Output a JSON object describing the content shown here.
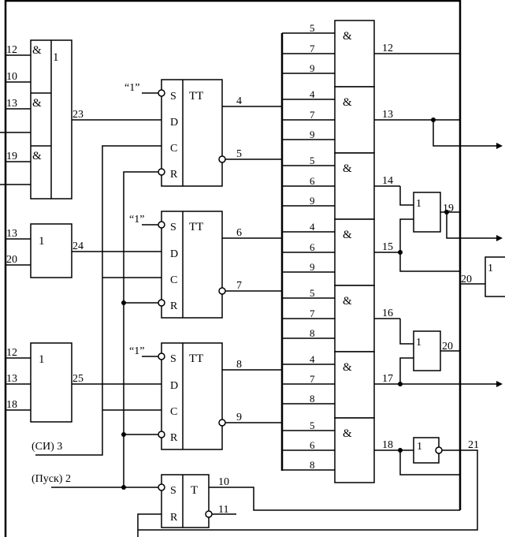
{
  "gates": {
    "and_or": {
      "and_sym": "&",
      "or_sym": "1",
      "inputs": [
        "12",
        "10",
        "13",
        "19"
      ],
      "output": "23"
    },
    "g24": {
      "sym": "1",
      "inputs": [
        "13",
        "20"
      ],
      "output": "24"
    },
    "g25": {
      "sym": "1",
      "inputs": [
        "12",
        "13",
        "18"
      ],
      "output": "25"
    },
    "a_or_1": {
      "sym": "1",
      "output": "19"
    },
    "a_or_2": {
      "sym": "1",
      "output": "20"
    },
    "a_not": {
      "sym": "1",
      "output": "21"
    },
    "edge_or": {
      "sym": "1",
      "input": "20"
    }
  },
  "triggers": {
    "tt1": {
      "title": "TT",
      "const": "“1”",
      "s": "S",
      "d": "D",
      "c": "C",
      "r": "R",
      "q": "4",
      "nq": "5"
    },
    "tt2": {
      "title": "TT",
      "const": "“1”",
      "s": "S",
      "d": "D",
      "c": "C",
      "r": "R",
      "q": "6",
      "nq": "7"
    },
    "tt3": {
      "title": "TT",
      "const": "“1”",
      "s": "S",
      "d": "D",
      "c": "C",
      "r": "R",
      "q": "8",
      "nq": "9"
    },
    "t": {
      "title": "T",
      "s": "S",
      "r": "R",
      "q": "10",
      "nq": "11"
    }
  },
  "and_array": {
    "sym": "&",
    "gates": [
      {
        "inputs": [
          "5",
          "7",
          "9"
        ],
        "output": "12"
      },
      {
        "inputs": [
          "4",
          "7",
          "9"
        ],
        "output": "13"
      },
      {
        "inputs": [
          "5",
          "6",
          "9"
        ],
        "output": "14"
      },
      {
        "inputs": [
          "4",
          "6",
          "9"
        ],
        "output": "15"
      },
      {
        "inputs": [
          "5",
          "7",
          "8"
        ],
        "output": "16"
      },
      {
        "inputs": [
          "4",
          "7",
          "8"
        ],
        "output": "17"
      },
      {
        "inputs": [
          "5",
          "6",
          "8"
        ],
        "output": "18"
      }
    ]
  },
  "signals": {
    "si": "(СИ) 3",
    "pusk": "(Пуск) 2"
  }
}
